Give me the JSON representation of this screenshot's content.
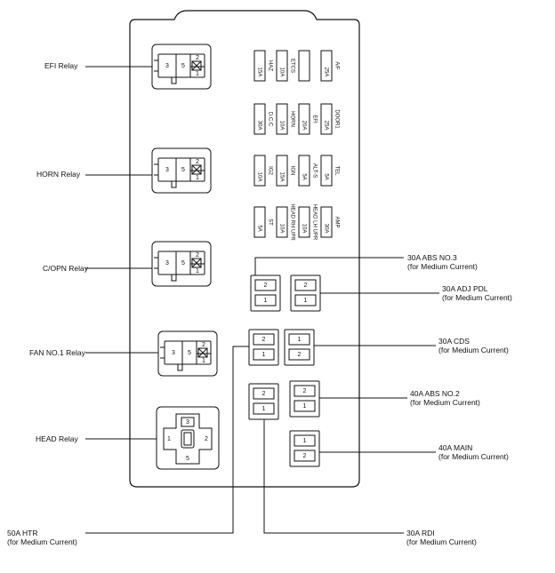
{
  "relays": [
    {
      "label": "EFI Relay"
    },
    {
      "label": "HORN Relay"
    },
    {
      "label": "C/OPN Relay"
    },
    {
      "label": "FAN NO.1 Relay"
    },
    {
      "label": "HEAD Relay"
    }
  ],
  "relay_pins": {
    "a": "3",
    "b": "5",
    "c": "2",
    "d": "1"
  },
  "head_relay_pins": {
    "top": "3",
    "left": "1",
    "right": "2",
    "bottom": "5"
  },
  "fuse_rows": [
    [
      {
        "amp": "15A",
        "name": "HAZ"
      },
      {
        "amp": "10A",
        "name": "ETCS"
      },
      {
        "amp": "",
        "name": ""
      },
      {
        "amp": "25A",
        "name": "A/F"
      }
    ],
    [
      {
        "amp": "30A",
        "name": "D.C.C"
      },
      {
        "amp": "10A",
        "name": "HORN"
      },
      {
        "amp": "20A",
        "name": "EFI"
      },
      {
        "amp": "25A",
        "name": "DOOR1"
      }
    ],
    [
      {
        "amp": "10A",
        "name": "IG2"
      },
      {
        "amp": "15A",
        "name": "IGN"
      },
      {
        "amp": "5A",
        "name": "ALT-S"
      },
      {
        "amp": "5A",
        "name": "TEL"
      }
    ],
    [
      {
        "amp": "5A",
        "name": "ST"
      },
      {
        "amp": "10A",
        "name": "HEAD RH UPR"
      },
      {
        "amp": "10A",
        "name": "HEAD LH UPR"
      },
      {
        "amp": "30A",
        "name": "AMP"
      }
    ]
  ],
  "cartridge_fuses": [
    {
      "label": "30A ABS NO.3",
      "note": "(for Medium Current)",
      "pins": [
        "2",
        "1"
      ]
    },
    {
      "label": "30A ADJ PDL",
      "note": "(for Medium Current)",
      "pins": [
        "2",
        "1"
      ]
    },
    {
      "label": "50A HTR",
      "note": "(for Medium Current)",
      "pins": [
        "2",
        "1"
      ]
    },
    {
      "label": "30A CDS",
      "note": "(for Medium Current)",
      "pins": [
        "1",
        "2"
      ]
    },
    {
      "label": "30A RDI",
      "note": "(for Medium Current)",
      "pins": [
        "2",
        "1"
      ]
    },
    {
      "label": "40A ABS NO.2",
      "note": "(for Medium Current)",
      "pins": [
        "2",
        "1"
      ]
    },
    {
      "label": "40A MAIN",
      "note": "(for Medium Current)",
      "pins": [
        "1",
        "2"
      ]
    }
  ]
}
